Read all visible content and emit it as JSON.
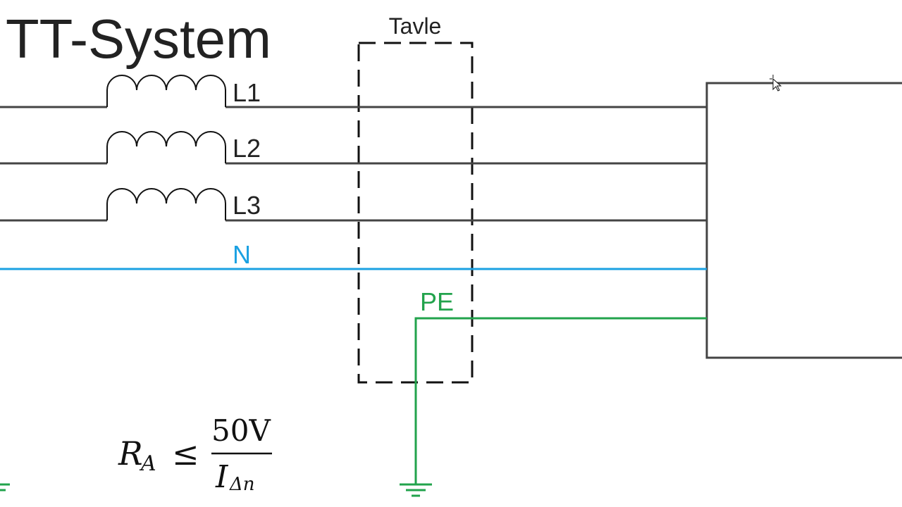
{
  "title": "TT-System",
  "enclosure_label": "Tavle",
  "conductors": [
    {
      "label": "L1",
      "color": "#333333"
    },
    {
      "label": "L2",
      "color": "#333333"
    },
    {
      "label": "L3",
      "color": "#333333"
    },
    {
      "label": "N",
      "color": "#1ba1e2"
    },
    {
      "label": "PE",
      "color": "#22a34c"
    }
  ],
  "formula": {
    "lhs": "R",
    "lhs_sub": "A",
    "relation": "≤",
    "numerator": "50V",
    "denominator": "I",
    "denominator_sub": "Δn"
  }
}
